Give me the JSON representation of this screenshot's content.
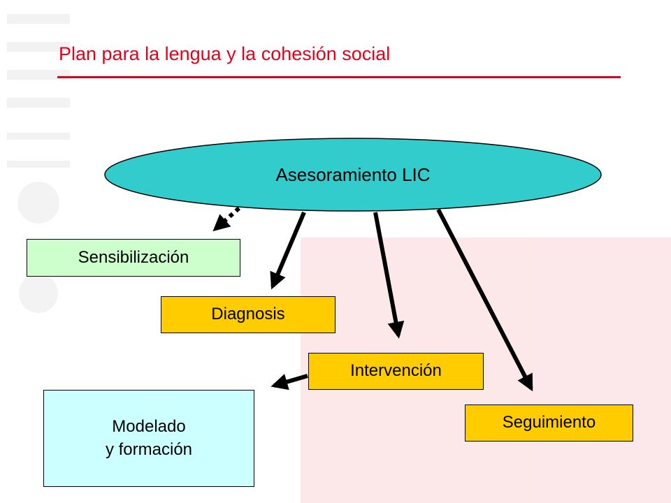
{
  "title": "Plan para la lengua y la cohesión social",
  "center_node": {
    "label": "Asesoramiento LIC",
    "fill": "#33cccc"
  },
  "nodes": {
    "sensibilizacion": {
      "label": "Sensibilización",
      "fill": "#ccffcc"
    },
    "diagnosis": {
      "label": "Diagnosis",
      "fill": "#ffcc00"
    },
    "intervencion": {
      "label": "Intervención",
      "fill": "#ffcc00"
    },
    "seguimiento": {
      "label": "Seguimiento",
      "fill": "#ffcc00"
    },
    "modelado": {
      "label_line1": "Modelado",
      "label_line2": "y formación",
      "fill": "#ccffff"
    }
  },
  "edges": [
    {
      "from": "Asesoramiento LIC",
      "to": "Sensibilización",
      "style": "dotted"
    },
    {
      "from": "Asesoramiento LIC",
      "to": "Diagnosis",
      "style": "solid"
    },
    {
      "from": "Asesoramiento LIC",
      "to": "Intervención",
      "style": "solid"
    },
    {
      "from": "Asesoramiento LIC",
      "to": "Seguimiento",
      "style": "solid"
    },
    {
      "from": "Intervención",
      "to": "Modelado y formación",
      "style": "solid"
    }
  ],
  "colors": {
    "title": "#e3001b",
    "accent_rule": "#e3001b",
    "watermark": "#e3001b"
  }
}
